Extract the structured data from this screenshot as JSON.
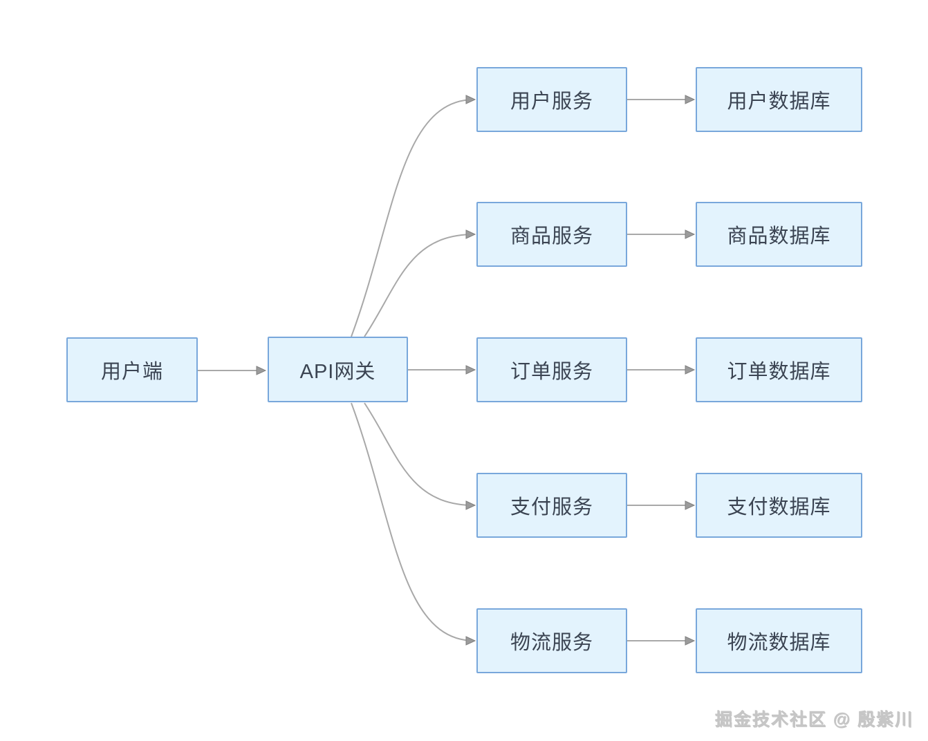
{
  "diagram": {
    "title": "microservices-architecture",
    "nodes": {
      "client": {
        "label": "用户端"
      },
      "gateway": {
        "label": "API网关"
      },
      "services": [
        {
          "label": "用户服务"
        },
        {
          "label": "商品服务"
        },
        {
          "label": "订单服务"
        },
        {
          "label": "支付服务"
        },
        {
          "label": "物流服务"
        }
      ],
      "databases": [
        {
          "label": "用户数据库"
        },
        {
          "label": "商品数据库"
        },
        {
          "label": "订单数据库"
        },
        {
          "label": "支付数据库"
        },
        {
          "label": "物流数据库"
        }
      ]
    },
    "edges": [
      {
        "from": "用户端",
        "to": "API网关"
      },
      {
        "from": "API网关",
        "to": "用户服务"
      },
      {
        "from": "API网关",
        "to": "商品服务"
      },
      {
        "from": "API网关",
        "to": "订单服务"
      },
      {
        "from": "API网关",
        "to": "支付服务"
      },
      {
        "from": "API网关",
        "to": "物流服务"
      },
      {
        "from": "用户服务",
        "to": "用户数据库"
      },
      {
        "from": "商品服务",
        "to": "商品数据库"
      },
      {
        "from": "订单服务",
        "to": "订单数据库"
      },
      {
        "from": "支付服务",
        "to": "支付数据库"
      },
      {
        "from": "物流服务",
        "to": "物流数据库"
      }
    ],
    "colors": {
      "node_fill": "#e3f3fd",
      "node_border": "#78a7db",
      "node_text": "#3b4452",
      "arrow_line": "#a8a8a8",
      "arrow_head": "#9b9b9b",
      "watermark_text": "#c6c6c6",
      "background": "#ffffff"
    },
    "watermark": "掘金技术社区 @ 殷紫川"
  }
}
